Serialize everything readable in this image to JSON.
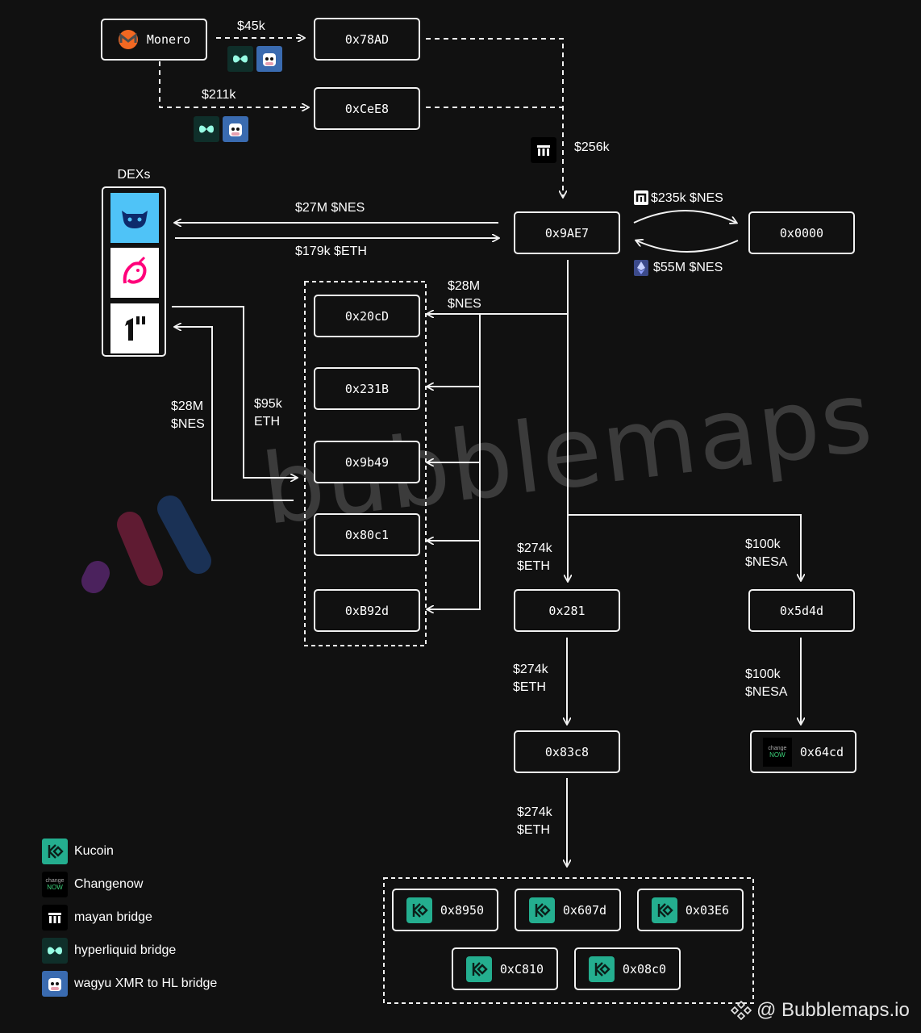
{
  "title": "",
  "dex_group_label": "DEXs",
  "watermark": "bubblemaps",
  "footer": "@ Bubblemaps.io",
  "nodes": {
    "monero": "Monero",
    "n78ad": "0x78AD",
    "ncee8": "0xCeE8",
    "n9ae7": "0x9AE7",
    "n0000": "0x0000",
    "n20cd": "0x20cD",
    "n231b": "0x231B",
    "n9b49": "0x9b49",
    "n80c1": "0x80c1",
    "nb92d": "0xB92d",
    "n281": "0x281",
    "n5d4d": "0x5d4d",
    "n83c8": "0x83c8",
    "n64cd": "0x64cd",
    "n8950": "0x8950",
    "n607d": "0x607d",
    "n03e6": "0x03E6",
    "nc810": "0xC810",
    "n08c0": "0x08c0"
  },
  "edges": {
    "monero_78ad": "$45k",
    "monero_cee8": "$211k",
    "to_9ae7": "$256k",
    "dex_in": "$27M $NES",
    "dex_out": "$179k $ETH",
    "to_0000": "$235k $NES",
    "from_0000": "$55M $NES",
    "to_group_1": "$28M",
    "to_group_2": "$NES",
    "group_to_dex_1": "$28M",
    "group_to_dex_2": "$NES",
    "dex_to_group_1": "$95k",
    "dex_to_group_2": "ETH",
    "to_281_1": "$274k",
    "to_281_2": "$ETH",
    "to_5d4d_1": "$100k",
    "to_5d4d_2": "$NESA",
    "to_83c8_1": "$274k",
    "to_83c8_2": "$ETH",
    "to_64cd_1": "$100k",
    "to_64cd_2": "$NESA",
    "to_kucoin_1": "$274k",
    "to_kucoin_2": "$ETH"
  },
  "legend": [
    {
      "label": "Kucoin",
      "icon": "kucoin-icon"
    },
    {
      "label": "Changenow",
      "icon": "changenow-icon"
    },
    {
      "label": "mayan bridge",
      "icon": "mayan-bridge-icon"
    },
    {
      "label": "hyperliquid bridge",
      "icon": "hyperliquid-icon"
    },
    {
      "label": "wagyu XMR to HL bridge",
      "icon": "wagyu-icon"
    }
  ],
  "changenow_badge": {
    "top": "change",
    "bottom": "NOW"
  },
  "colors": {
    "background": "#111111",
    "line": "#f2f2f2",
    "kucoin": "#24ae8f",
    "hyperliquid": "#97fce4",
    "monero": "#f26822",
    "dex_blue": "#4fc3f7",
    "uniswap_pink": "#ff007a"
  }
}
